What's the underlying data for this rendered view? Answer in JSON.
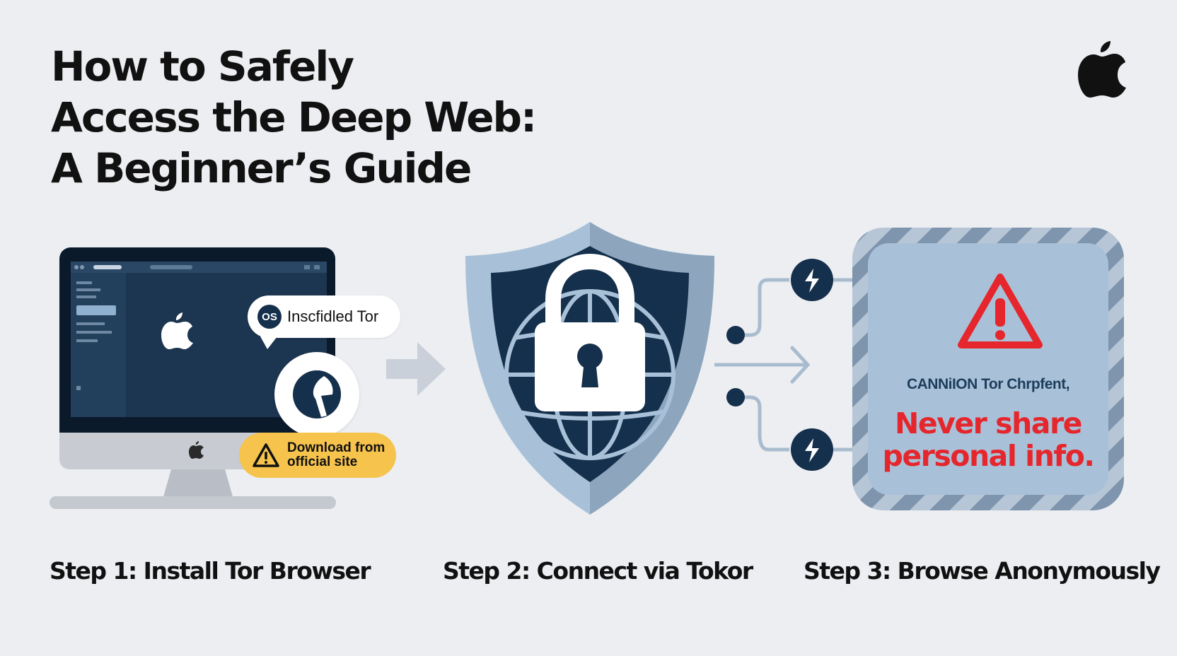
{
  "title": {
    "line1": "How to Safely",
    "line2": "Access the Deep Web:",
    "line3": "A Beginner’s Guide"
  },
  "step1": {
    "os_badge": "OS",
    "os_bubble": "Inscfidled Tor",
    "download_line1": "Download from",
    "download_line2": "official site",
    "label": "Step 1: Install Tor Browser"
  },
  "step2": {
    "label": "Step 2: Connect via Tokor"
  },
  "step3": {
    "caution": "CANNiION Tor Chrpfent,",
    "warning_line1": "Never share",
    "warning_line2": "personal info.",
    "label": "Step 3: Browse Anonymously"
  },
  "colors": {
    "background": "#eceef2",
    "navy": "#15304c",
    "shield_light": "#a9c1d8",
    "warning_red": "#e5262d",
    "badge_yellow": "#f6c34c"
  },
  "icons": [
    "apple-icon",
    "os-icon",
    "tor-icon",
    "warning-icon",
    "shield-icon",
    "lock-icon",
    "globe-icon",
    "arrow-right-icon",
    "lightning-icon",
    "alert-triangle-icon"
  ]
}
